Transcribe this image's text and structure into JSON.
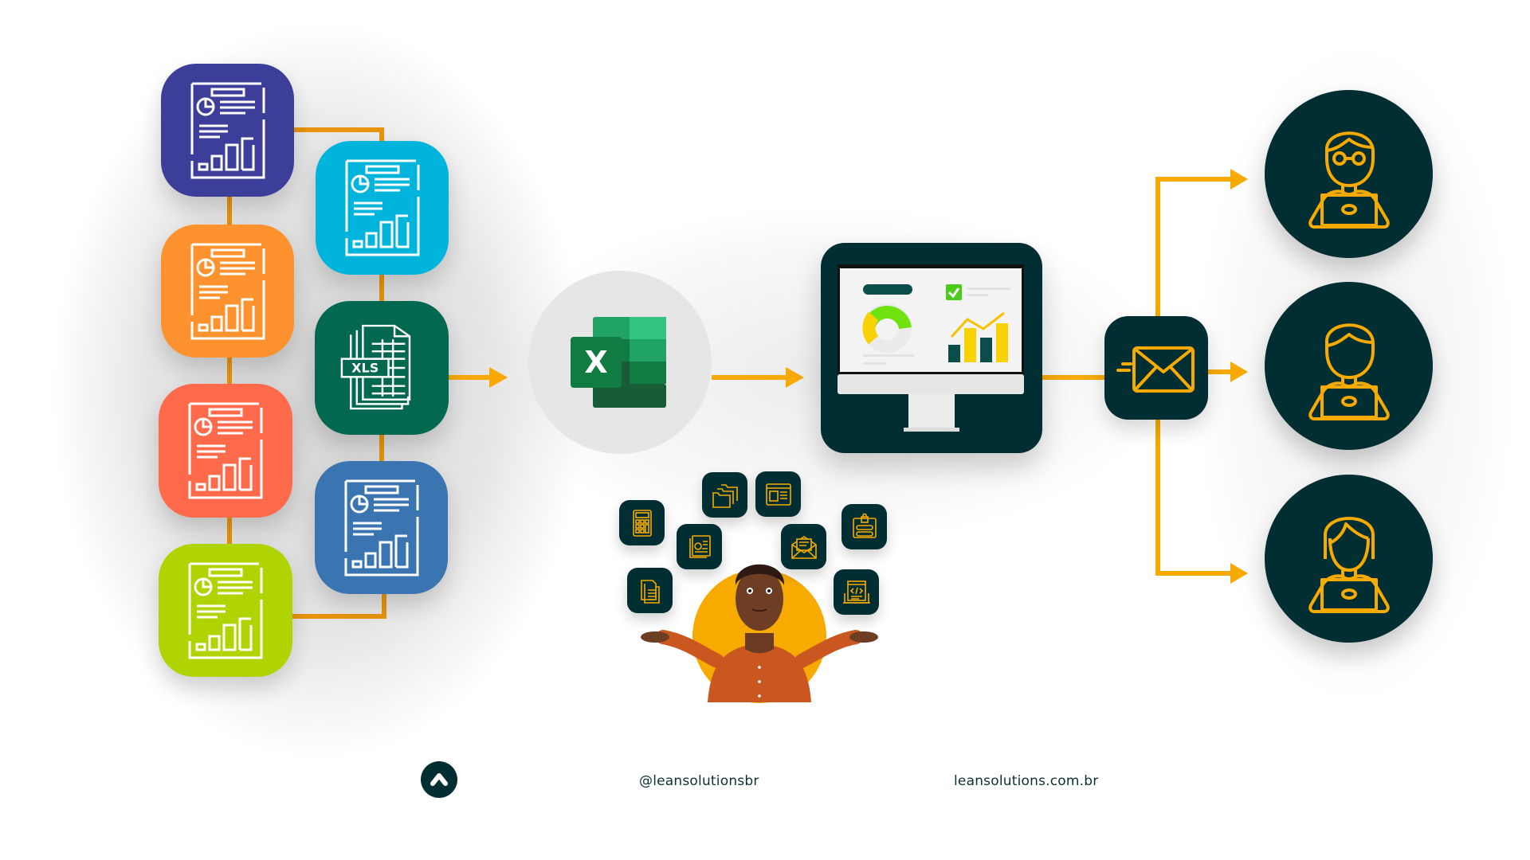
{
  "colors": {
    "connector": "#f5a100",
    "dark_teal": "#012e32",
    "tile_purple": "#3d3e9a",
    "tile_cyan": "#00b4dc",
    "tile_orange": "#fd922f",
    "tile_green_xls": "#02684f",
    "tile_red": "#ff6a4b",
    "tile_blue": "#3a74b1",
    "tile_lime": "#afd402",
    "excel_circle_bg": "#e6e6e6",
    "accent_yellow": "#f7ab00"
  },
  "source_reports": [
    {
      "name": "report-purple",
      "color": "#3d3e9a",
      "icon": "report-document-icon"
    },
    {
      "name": "report-orange",
      "color": "#fd922f",
      "icon": "report-document-icon"
    },
    {
      "name": "report-red",
      "color": "#ff6a4b",
      "icon": "report-document-icon"
    },
    {
      "name": "report-lime",
      "color": "#afd402",
      "icon": "report-document-icon"
    },
    {
      "name": "report-cyan",
      "color": "#00b4dc",
      "icon": "report-document-icon"
    },
    {
      "name": "xls-file",
      "color": "#02684f",
      "icon": "xls-file-icon",
      "label": "XLS"
    },
    {
      "name": "report-blue",
      "color": "#3a74b1",
      "icon": "report-document-icon"
    }
  ],
  "excel": {
    "icon": "microsoft-excel-icon",
    "letter": "X"
  },
  "dashboard": {
    "icon": "monitor-dashboard-icon"
  },
  "email": {
    "icon": "send-email-icon"
  },
  "recipients": [
    {
      "icon": "person-with-glasses-laptop-icon"
    },
    {
      "icon": "person-laptop-icon"
    },
    {
      "icon": "person-long-hair-laptop-icon"
    }
  ],
  "confused_user": {
    "icon": "shrugging-person-illustration",
    "floating_icons": [
      "calculator-icon",
      "folders-icon",
      "browser-window-icon",
      "report-icon",
      "open-envelope-icon",
      "login-lock-icon",
      "documents-icon",
      "code-laptop-icon"
    ]
  },
  "footer": {
    "logo": "lean-solutions-logo",
    "handle": "@leansolutionsbr",
    "website": "leansolutions.com.br"
  }
}
